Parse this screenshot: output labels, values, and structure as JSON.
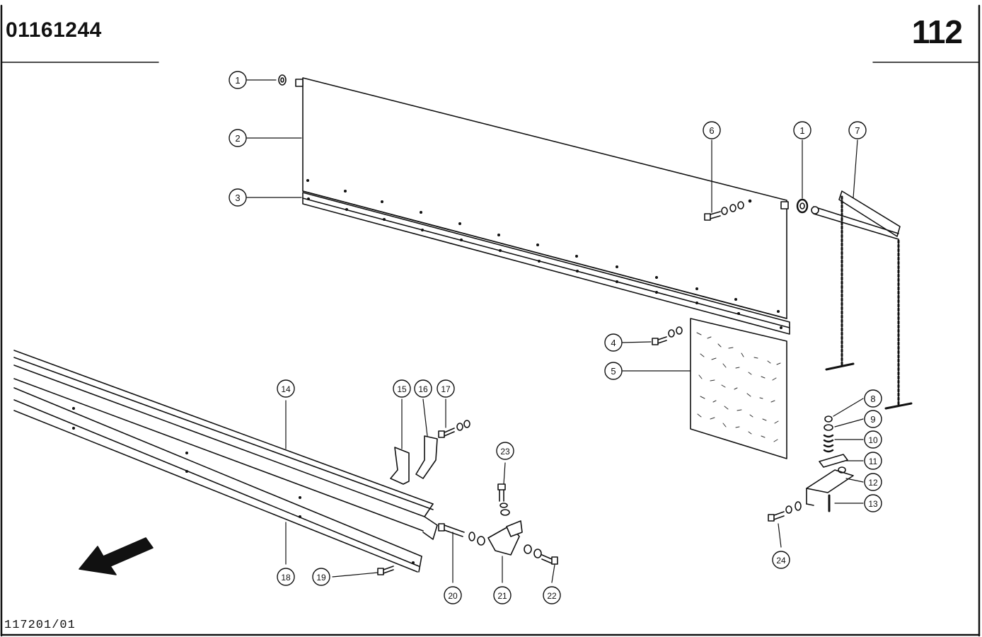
{
  "header": {
    "doc_number": "01161244",
    "page_number": "112"
  },
  "footer": {
    "drawing_ref": "117201/01"
  },
  "callouts": [
    {
      "id": "c1a",
      "label": "1"
    },
    {
      "id": "c2",
      "label": "2"
    },
    {
      "id": "c3",
      "label": "3"
    },
    {
      "id": "c4",
      "label": "4"
    },
    {
      "id": "c5",
      "label": "5"
    },
    {
      "id": "c6",
      "label": "6"
    },
    {
      "id": "c1b",
      "label": "1"
    },
    {
      "id": "c7",
      "label": "7"
    },
    {
      "id": "c8",
      "label": "8"
    },
    {
      "id": "c9",
      "label": "9"
    },
    {
      "id": "c10",
      "label": "10"
    },
    {
      "id": "c11",
      "label": "11"
    },
    {
      "id": "c12",
      "label": "12"
    },
    {
      "id": "c13",
      "label": "13"
    },
    {
      "id": "c14",
      "label": "14"
    },
    {
      "id": "c15",
      "label": "15"
    },
    {
      "id": "c16",
      "label": "16"
    },
    {
      "id": "c17",
      "label": "17"
    },
    {
      "id": "c18",
      "label": "18"
    },
    {
      "id": "c19",
      "label": "19"
    },
    {
      "id": "c20",
      "label": "20"
    },
    {
      "id": "c21",
      "label": "21"
    },
    {
      "id": "c22",
      "label": "22"
    },
    {
      "id": "c23",
      "label": "23"
    },
    {
      "id": "c24",
      "label": "24"
    }
  ],
  "icons": {
    "direction_arrow": "arrow-down-left-icon"
  }
}
